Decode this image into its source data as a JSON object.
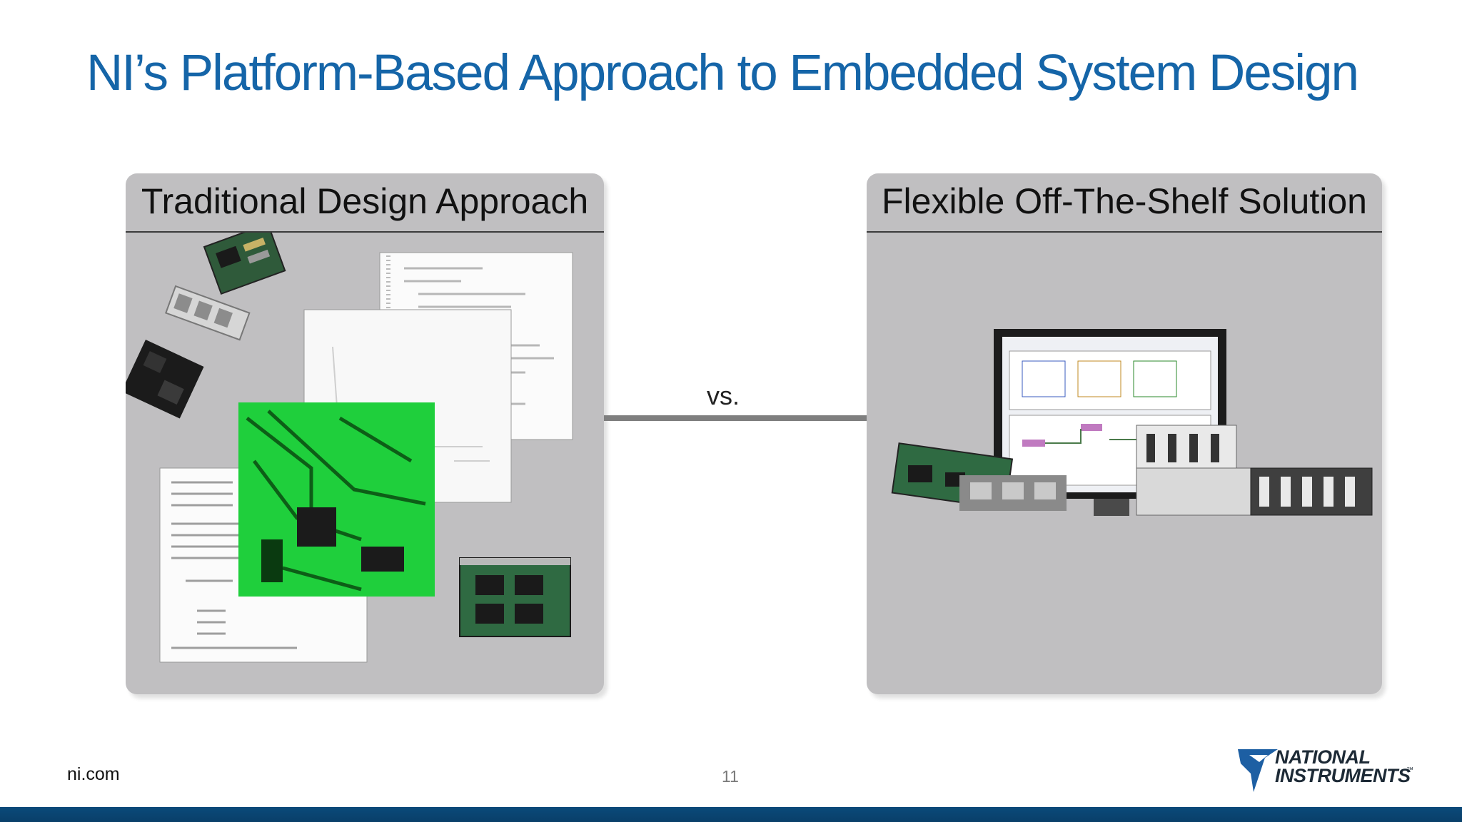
{
  "slide": {
    "title": "NI’s Platform-Based Approach to Embedded System Design",
    "page_number": "11",
    "footer_url": "ni.com"
  },
  "left_panel": {
    "header": "Traditional Design Approach"
  },
  "right_panel": {
    "header": "Flexible Off-The-Shelf Solution"
  },
  "comparison": {
    "label": "vs."
  },
  "logo": {
    "line1": "NATIONAL",
    "line2": "INSTRUMENTS",
    "tm": "™"
  },
  "colors": {
    "title_blue": "#1565a8",
    "panel_gray": "#c0bfc1",
    "footer_bar": "#0b4a7a"
  }
}
